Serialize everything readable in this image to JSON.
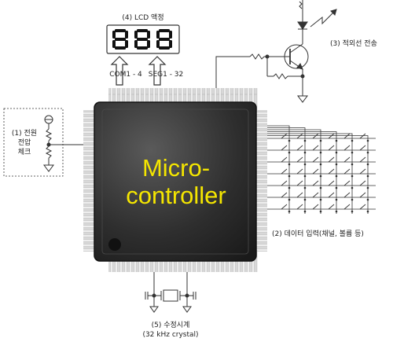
{
  "labels": {
    "lcd_title": "(4) LCD 액정",
    "com_signal": "COM1 - 4",
    "seg_signal": "SEG1 - 32",
    "ir_title": "(3) 적외선 전송",
    "power_line1": "(1) 전원",
    "power_line2": "전압",
    "power_line3": "체크",
    "mcu_line1": "Micro-",
    "mcu_line2": "controller",
    "keypad_title": "(2) 데이터 입력(채널, 볼륨 등)",
    "crystal_line1": "(5) 수정시계",
    "crystal_line2": "(32 kHz crystal)"
  },
  "lcd_digits": [
    "8",
    "8",
    "8"
  ],
  "colors": {
    "chip_body": "#3a3a3a",
    "chip_text": "#f5e600",
    "pins": "#d4d4d4",
    "wires": "#333333"
  },
  "keypad": {
    "rows": 7,
    "columns": 6
  }
}
